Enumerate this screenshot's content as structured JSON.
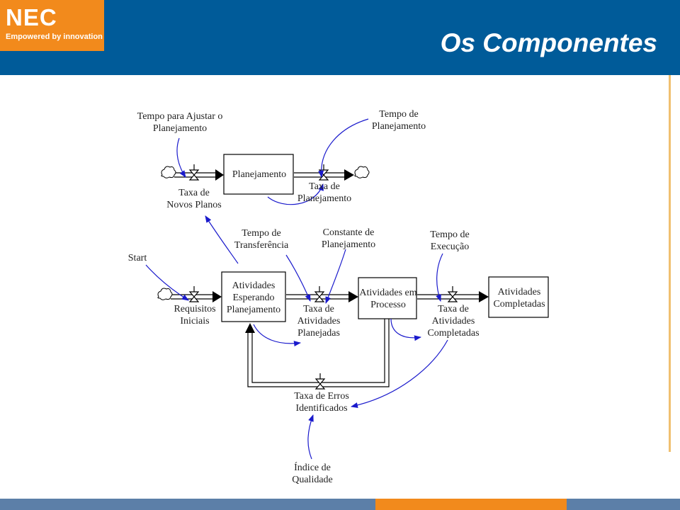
{
  "header": {
    "logo": "NEC",
    "tagline": "Empowered by innovation",
    "title": "Os Componentes"
  },
  "diagram": {
    "labels": {
      "tempo_ajustar": "Tempo para Ajustar o\nPlanejamento",
      "tempo_planejamento": "Tempo de\nPlanejamento",
      "planejamento": "Planejamento",
      "taxa_novos_planos": "Taxa de\nNovos Planos",
      "taxa_planejamento": "Taxa de\nPlanejamento",
      "tempo_transferencia": "Tempo de\nTransferência",
      "constante_planejamento": "Constante de\nPlanejamento",
      "tempo_execucao": "Tempo de\nExecução",
      "start": "Start",
      "requisitos_iniciais": "Requisitos\nIniciais",
      "atividades_esperando": "Atividades\nEsperando\nPlanejamento",
      "taxa_atividades_planejadas": "Taxa de\nAtividades\nPlanejadas",
      "atividades_processo": "Atividades em\nProcesso",
      "taxa_atividades_completadas": "Taxa de\nAtividades\nCompletadas",
      "atividades_completadas": "Atividades\nCompletadas",
      "taxa_erros": "Taxa de Erros\nIdentificados",
      "indice_qualidade": "Índice de\nQualidade"
    },
    "colors": {
      "link": "#1a1acc",
      "flow": "#000000"
    }
  }
}
